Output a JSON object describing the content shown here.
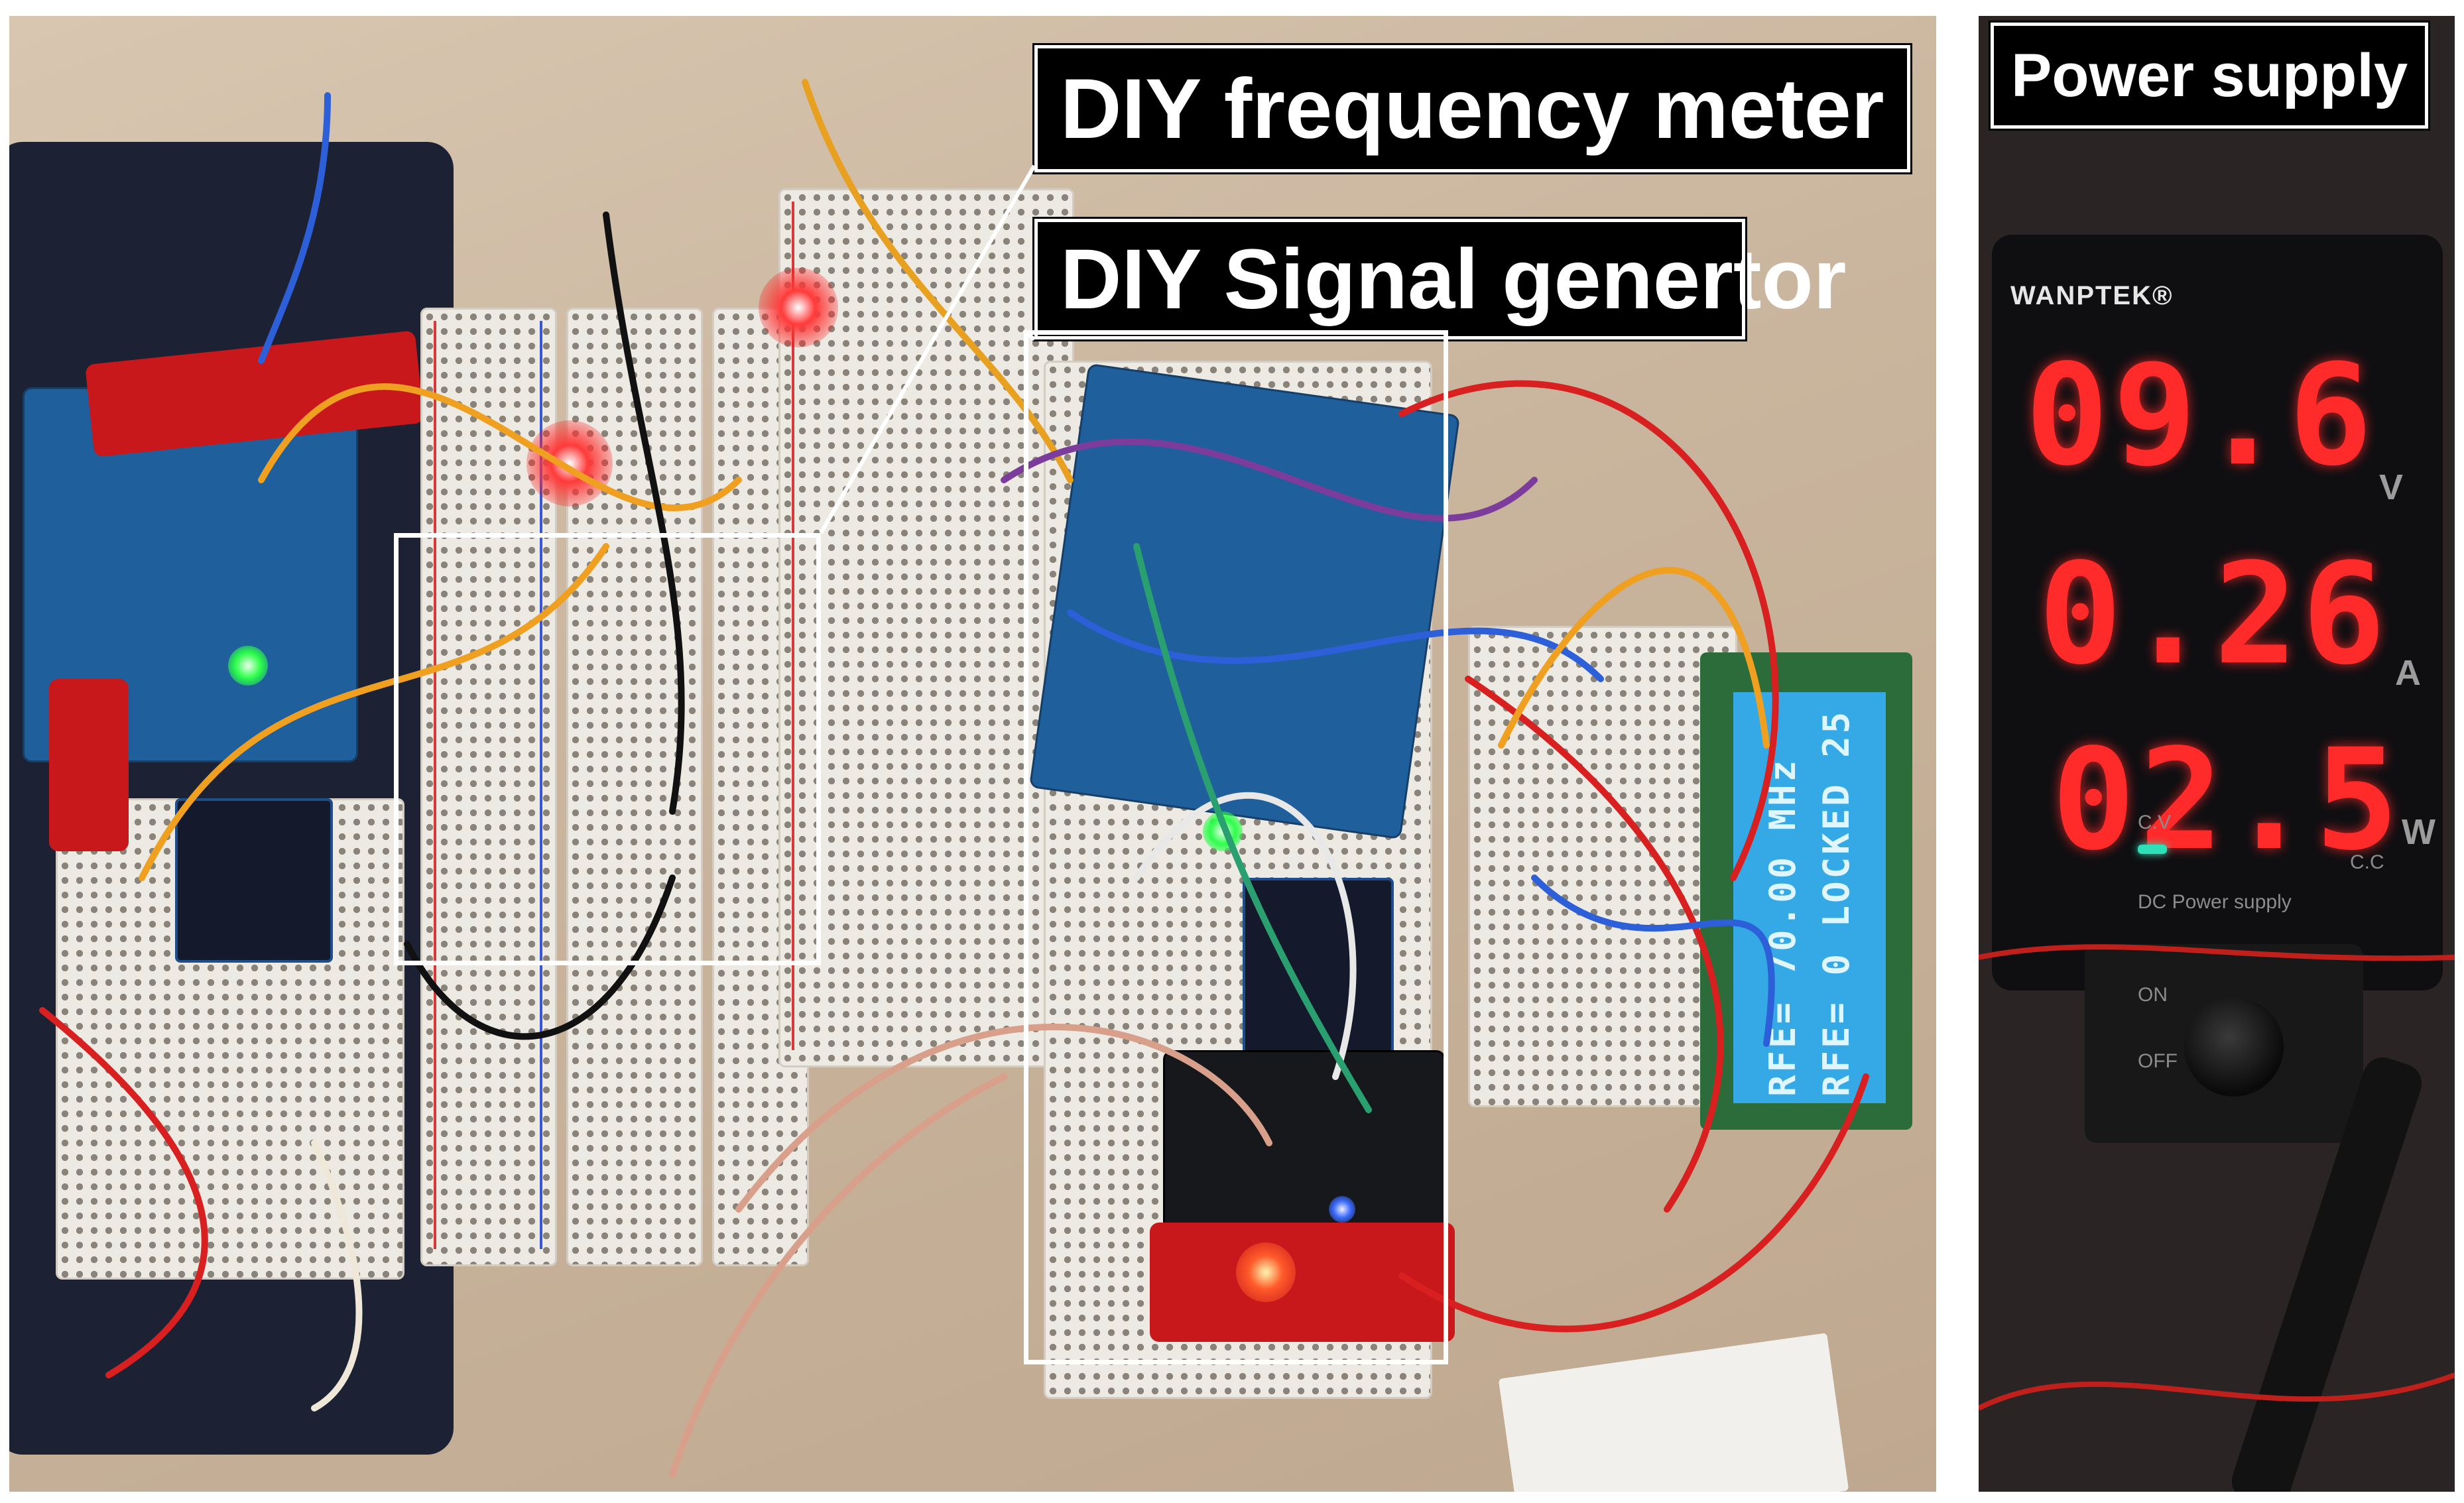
{
  "labels": {
    "frequency_meter": "DIY frequency meter",
    "signal_generator": "DIY Signal genertor",
    "power_supply": "Power supply"
  },
  "lcd": {
    "line1": "RFE= 70.00 MHz",
    "line2": "RFE= 0 LOCKED 25"
  },
  "psu": {
    "brand": "WANPTEK®",
    "voltage_reading": "09.6",
    "voltage_unit": "V",
    "current_reading": "0.26",
    "current_unit": "A",
    "power_reading": "02.5",
    "power_unit": "W",
    "cv_label": "C.V",
    "cc_label": "C.C",
    "model_text": "DC Power supply",
    "on_label": "ON",
    "off_label": "OFF"
  },
  "colors": {
    "callout_bg": "#000000",
    "callout_text": "#ffffff",
    "highlight_border": "#ffffff",
    "seven_segment": "#ff2a2a",
    "lcd_backlight": "#35a9e6"
  }
}
